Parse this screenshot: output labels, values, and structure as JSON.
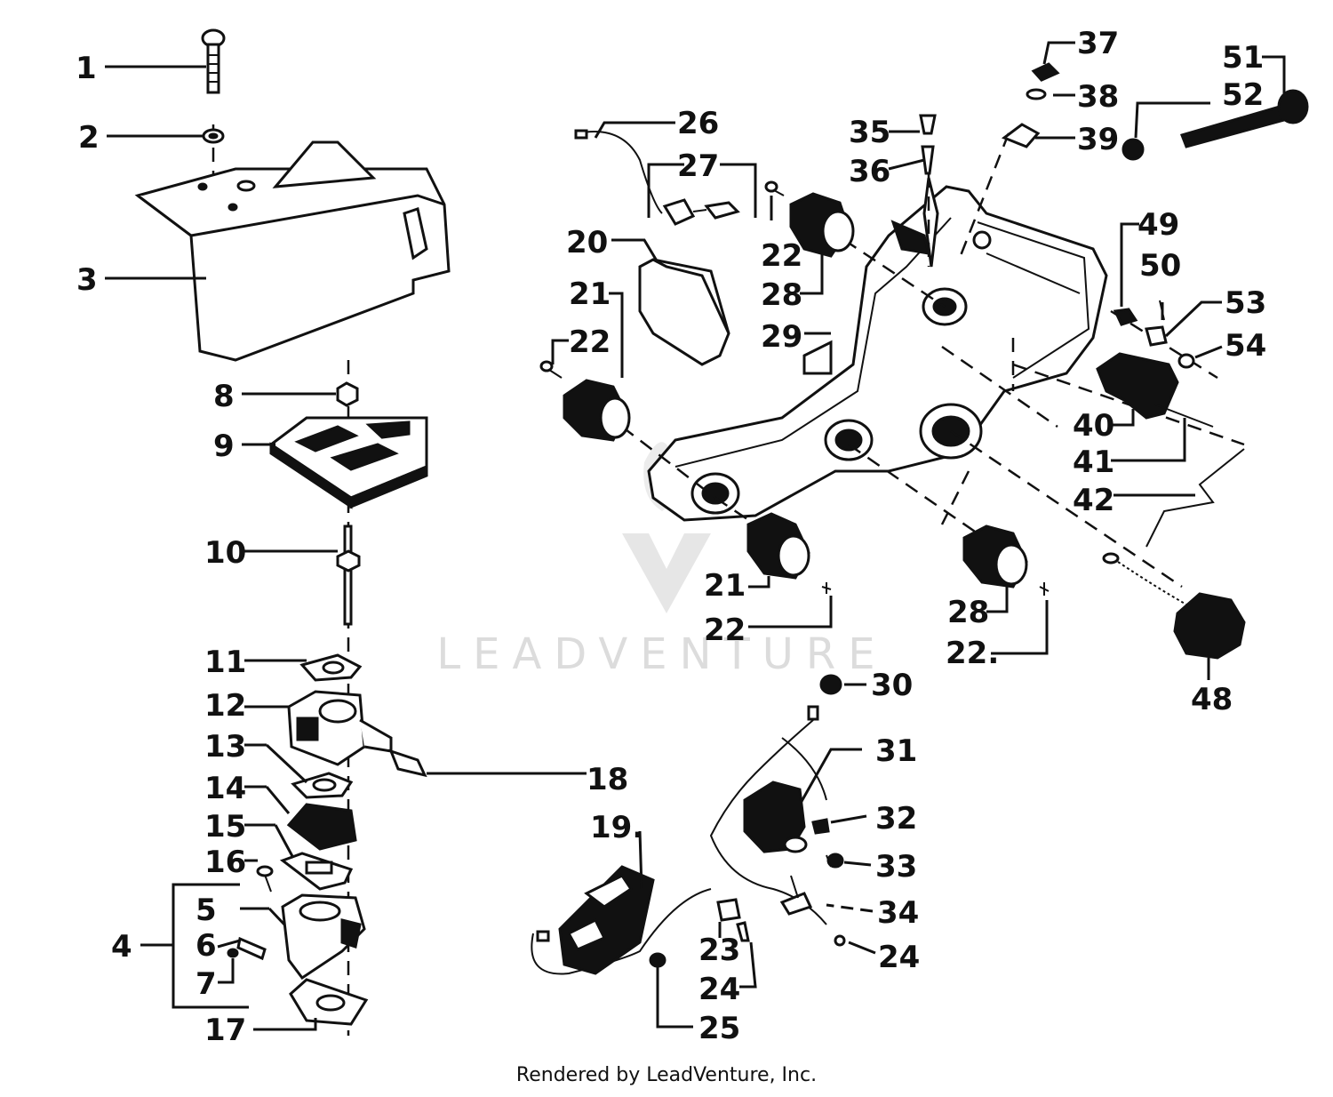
{
  "watermark": {
    "text": "LEADVENTURE"
  },
  "footer": {
    "text": "Rendered by LeadVenture, Inc."
  },
  "callouts": [
    {
      "id": "c1",
      "text": "1"
    },
    {
      "id": "c2",
      "text": "2"
    },
    {
      "id": "c3",
      "text": "3"
    },
    {
      "id": "c8",
      "text": "8"
    },
    {
      "id": "c9",
      "text": "9"
    },
    {
      "id": "c10",
      "text": "10"
    },
    {
      "id": "c11",
      "text": "11"
    },
    {
      "id": "c12",
      "text": "12"
    },
    {
      "id": "c13",
      "text": "13"
    },
    {
      "id": "c14",
      "text": "14"
    },
    {
      "id": "c15",
      "text": "15"
    },
    {
      "id": "c16",
      "text": "16"
    },
    {
      "id": "c5",
      "text": "5"
    },
    {
      "id": "c4",
      "text": "4"
    },
    {
      "id": "c6",
      "text": "6"
    },
    {
      "id": "c7",
      "text": "7"
    },
    {
      "id": "c17",
      "text": "17"
    },
    {
      "id": "c18",
      "text": "18"
    },
    {
      "id": "c26",
      "text": "26"
    },
    {
      "id": "c27",
      "text": "27"
    },
    {
      "id": "c20",
      "text": "20"
    },
    {
      "id": "c21a",
      "text": "21"
    },
    {
      "id": "c22a",
      "text": "22"
    },
    {
      "id": "c22b",
      "text": "22"
    },
    {
      "id": "c28a",
      "text": "28"
    },
    {
      "id": "c29",
      "text": "29"
    },
    {
      "id": "c35",
      "text": "35"
    },
    {
      "id": "c36",
      "text": "36"
    },
    {
      "id": "c37",
      "text": "37"
    },
    {
      "id": "c38",
      "text": "38"
    },
    {
      "id": "c39",
      "text": "39"
    },
    {
      "id": "c51",
      "text": "51"
    },
    {
      "id": "c52",
      "text": "52"
    },
    {
      "id": "c49",
      "text": "49"
    },
    {
      "id": "c50",
      "text": "50"
    },
    {
      "id": "c53",
      "text": "53"
    },
    {
      "id": "c54",
      "text": "54"
    },
    {
      "id": "c40",
      "text": "40"
    },
    {
      "id": "c41",
      "text": "41"
    },
    {
      "id": "c42",
      "text": "42"
    },
    {
      "id": "c21b",
      "text": "21"
    },
    {
      "id": "c22c",
      "text": "22"
    },
    {
      "id": "c28b",
      "text": "28"
    },
    {
      "id": "c22d",
      "text": "22."
    },
    {
      "id": "c48",
      "text": "48"
    },
    {
      "id": "c30",
      "text": "30"
    },
    {
      "id": "c31",
      "text": "31"
    },
    {
      "id": "c32",
      "text": "32"
    },
    {
      "id": "c33",
      "text": "33"
    },
    {
      "id": "c34",
      "text": "34"
    },
    {
      "id": "c24a",
      "text": "24"
    },
    {
      "id": "c19",
      "text": "19."
    },
    {
      "id": "c23",
      "text": "23"
    },
    {
      "id": "c24b",
      "text": "24"
    },
    {
      "id": "c25",
      "text": "25"
    }
  ]
}
